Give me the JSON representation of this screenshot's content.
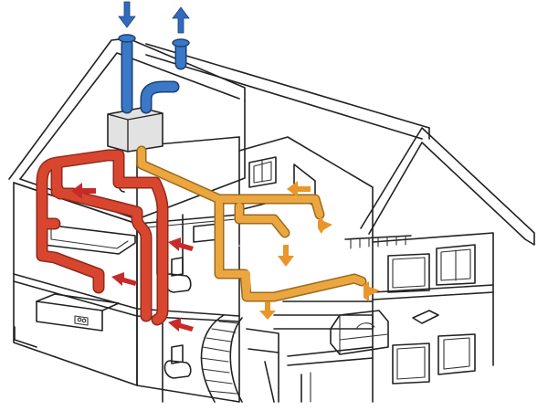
{
  "diagram": {
    "subject": "house-ventilation-heat-recovery-system",
    "colors": {
      "outline": "#222222",
      "background": "#ffffff",
      "fresh_intake": "#3a78c8",
      "supply_warm": "#d8462f",
      "extract_air": "#eca640",
      "unit_fill": "#e2e2e2",
      "arrow_red": "#c82a2a"
    },
    "ducts": [
      {
        "id": "intake-duct",
        "role": "outdoor air intake",
        "color": "blue"
      },
      {
        "id": "exhaust-duct",
        "role": "exhaust to outside",
        "color": "blue"
      },
      {
        "id": "supply-duct-network",
        "role": "supply air to rooms",
        "color": "red"
      },
      {
        "id": "extract-duct-network",
        "role": "extract air from rooms",
        "color": "orange"
      }
    ],
    "unit": {
      "icon": "heat-recovery-unit"
    },
    "flow_arrows": [
      {
        "id": "roof-down-arrow",
        "color": "blue",
        "direction": "down"
      },
      {
        "id": "roof-up-arrow",
        "color": "blue",
        "direction": "up"
      },
      {
        "id": "supply-arrow-attic",
        "color": "red",
        "direction": "left"
      },
      {
        "id": "supply-arrow-bath",
        "color": "red",
        "direction": "left"
      },
      {
        "id": "supply-arrow-kitchen",
        "color": "red",
        "direction": "left"
      },
      {
        "id": "supply-arrow-stair",
        "color": "red",
        "direction": "left"
      },
      {
        "id": "extract-arrow-1",
        "color": "orange",
        "direction": "left"
      },
      {
        "id": "extract-arrow-2",
        "color": "orange",
        "direction": "right"
      },
      {
        "id": "extract-arrow-3",
        "color": "orange",
        "direction": "down"
      },
      {
        "id": "extract-arrow-4",
        "color": "orange",
        "direction": "right"
      },
      {
        "id": "extract-arrow-5",
        "color": "orange",
        "direction": "down"
      }
    ]
  }
}
